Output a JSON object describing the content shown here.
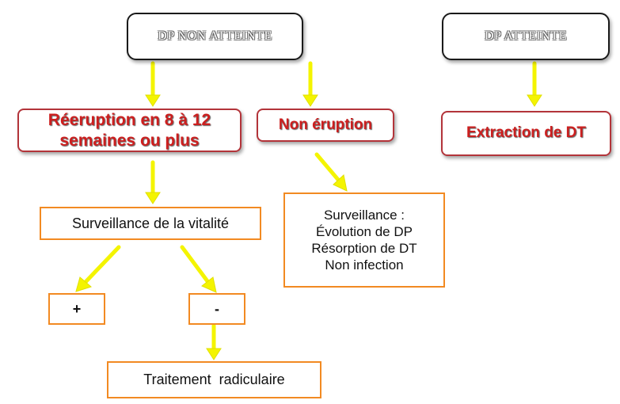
{
  "nodes": {
    "dp_non_atteinte": "DP  NON ATTEINTE",
    "dp_atteinte": "DP  ATTEINTE",
    "reeruption_line1": "Réeruption en 8 à 12",
    "reeruption_line2": "semaines ou plus",
    "non_eruption": "Non éruption",
    "extraction": "Extraction de DT",
    "surveillance_vitalite": "Surveillance de la vitalité",
    "surveillance_title": "Surveillance :",
    "surveillance_item1": "Évolution de DP",
    "surveillance_item2": "Résorption de DT",
    "surveillance_item3": "Non infection",
    "plus": "+",
    "minus": "-",
    "traitement": "Traitement  radiculaire"
  },
  "colors": {
    "arrow": "#f4f400",
    "arrow_outline": "#c8c800",
    "red_text": "#cc1f1f",
    "red_border": "#b3343a",
    "orange_border": "#f28a22"
  }
}
